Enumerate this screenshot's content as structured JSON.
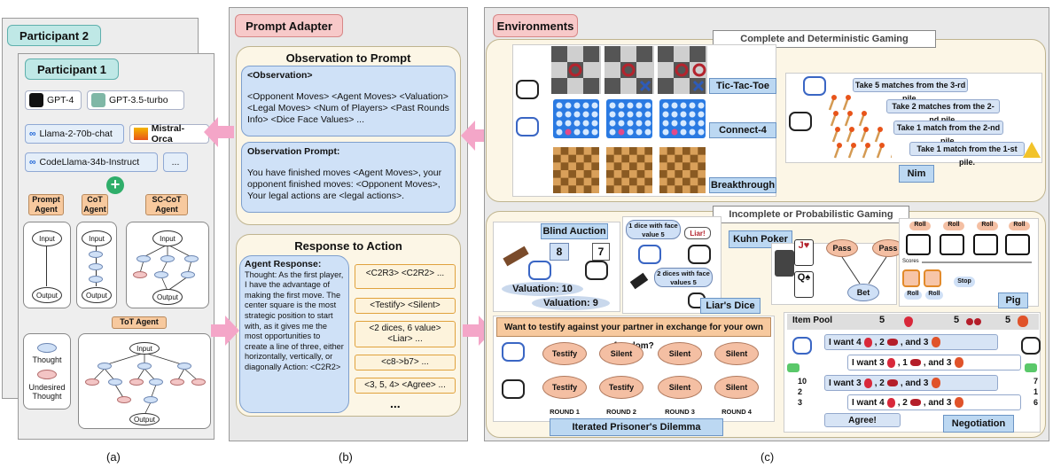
{
  "panel_a": {
    "participant2": "Participant 2",
    "participant1": "Participant 1",
    "models": [
      "GPT-4",
      "GPT-3.5-turbo",
      "Llama-2-70b-chat",
      "Mistral-Orca",
      "CodeLlama-34b-Instruct",
      "..."
    ],
    "plus": "+",
    "agents": [
      "Prompt Agent",
      "CoT Agent",
      "SC-CoT Agent",
      "ToT Agent"
    ],
    "input": "Input",
    "output": "Output",
    "legend_thought": "Thought",
    "legend_undesired": "Undesired Thought",
    "caption": "(a)"
  },
  "panel_b": {
    "title": "Prompt Adapter",
    "obs_title": "Observation to Prompt",
    "obs_head": "<Observation>",
    "obs_body": "<Opponent Moves> <Agent Moves> <Valuation> <Legal Moves> <Num of Players> <Past Rounds Info> <Dice Face Values> ...",
    "prompt_head": "Observation Prompt:",
    "prompt_body": "You have finished moves <Agent Moves>, your opponent finished moves: <Opponent Moves>, Your legal actions are <legal actions>.",
    "resp_title": "Response to Action",
    "resp_head": "Agent Response:",
    "resp_body": "Thought: As the first player, I have the advantage of making the first move. The center square is the most strategic position to start with, as it gives me the most opportunities to create a line of three, either horizontally, vertically, or diagonally Action: <C2R2>",
    "actions": [
      "<C2R3> <C2R2> ...",
      "<Testify> <Silent>",
      "<2 dices, 6 value> <Liar> ...",
      "<c8->b7> ...",
      "<3, 5, 4> <Agree> ..."
    ],
    "ellipsis": "...",
    "caption": "(b)"
  },
  "panel_c": {
    "title": "Environments",
    "complete_title": "Complete and Deterministic Gaming",
    "incomplete_title": "Incomplete or Probabilistic Gaming",
    "games": [
      "Tic-Tac-Toe",
      "Connect-4",
      "Breakthrough",
      "Nim",
      "Blind Auction",
      "Liar's Dice",
      "Kuhn Poker",
      "Pig",
      "Iterated Prisoner's Dilemma",
      "Negotiation"
    ],
    "nim_moves": [
      "Take 5 matches from the 3-rd pile.",
      "Take 2 matches from the 2-nd pile.",
      "Take 1 match from the 2-nd pile.",
      "Take 1 match from the 1-st pile."
    ],
    "auction_bids": [
      "8",
      "7"
    ],
    "valuation1": "Valuation: 10",
    "valuation2": "Valuation: 9",
    "liar_bubble1": "1 dice with face value 5",
    "liar_word": "Liar!",
    "liar_bubble2": "2 dices with face values 5",
    "poker": [
      "Pass",
      "Pass",
      "Bet"
    ],
    "pig_roll": "Roll",
    "pig_stop": "Stop",
    "pig_scores": "Scores",
    "pd_question": "Want to testify against your partner in exchange for your own freedom?",
    "pd_row1": [
      "Testify",
      "Silent",
      "Silent",
      "Silent"
    ],
    "pd_row2": [
      "Testify",
      "Testify",
      "Silent",
      "Silent"
    ],
    "rounds": [
      "ROUND 1",
      "ROUND 2",
      "ROUND 3",
      "ROUND 4"
    ],
    "neg_pool": "Item Pool",
    "neg_pool_counts": [
      "5",
      "5",
      "5"
    ],
    "neg_offers": [
      "I want 4",
      ", 2",
      ", and 3",
      "I want 3",
      ", 1",
      ", and 3",
      "I want 3",
      ", 2",
      ", and 3",
      "I want 4",
      ", 2",
      ", and 3"
    ],
    "neg_agree": "Agree!",
    "neg_left": [
      "10",
      "2",
      "3"
    ],
    "neg_right": [
      "7",
      "1",
      "6"
    ],
    "caption": "(c)"
  },
  "colors": {
    "pink_arrow": "#f4a6c8",
    "blue_node": "#cfe0f6",
    "red_node": "#f3c5c5",
    "orange_tag": "#f7c99e"
  }
}
